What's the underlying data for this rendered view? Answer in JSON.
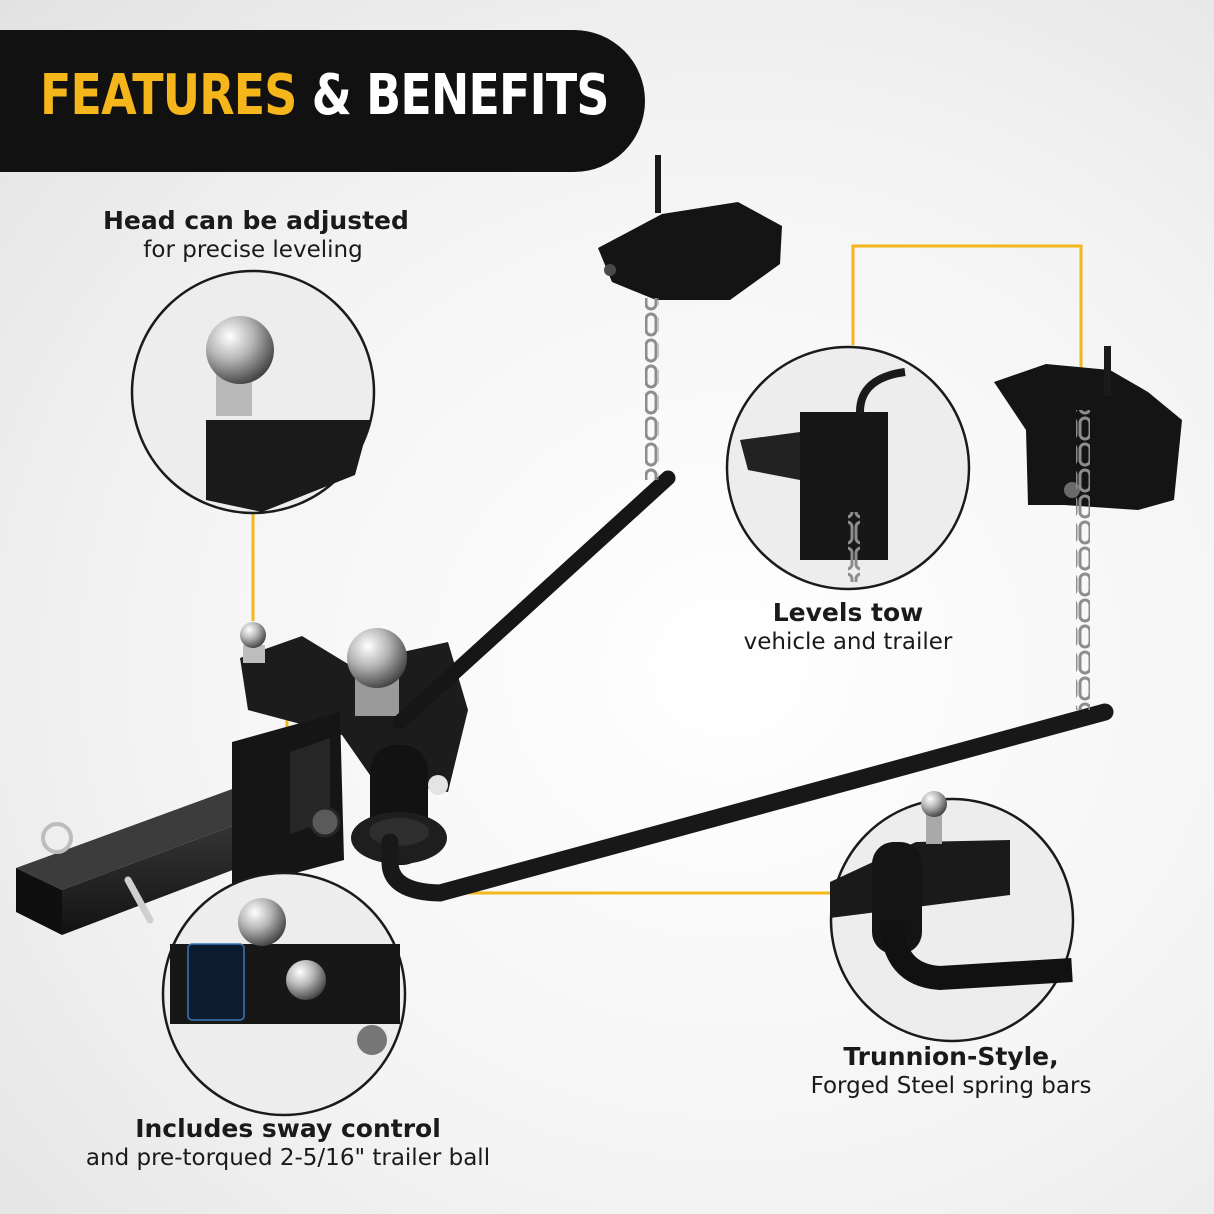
{
  "banner": {
    "title_highlight": "FEATURES",
    "title_rest": "& BENEFITS"
  },
  "features": [
    {
      "title": "Head can be adjusted",
      "subtitle": "for precise leveling"
    },
    {
      "title": "Levels tow",
      "subtitle": "vehicle and trailer"
    },
    {
      "title": "Includes sway control",
      "subtitle": "and pre-torqued 2-5/16\" trailer ball"
    },
    {
      "title": "Trunnion-Style,",
      "subtitle": "Forged Steel spring bars"
    }
  ],
  "colors": {
    "accent": "#f5b61c",
    "banner_bg": "#111111",
    "text": "#1a1a1a",
    "metal": "#1c1c1c"
  }
}
